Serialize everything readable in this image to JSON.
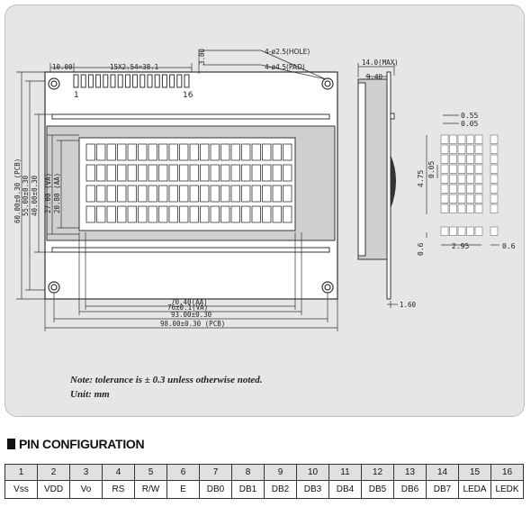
{
  "drawing": {
    "top_dims": {
      "ten": "10.00",
      "pitch": "15X2.54=38.1",
      "three": "3.00"
    },
    "holes": {
      "hole": "4-ø2.5(HOLE)",
      "pad": "4-ø4.5(PAD)"
    },
    "pin_marks": {
      "first": "1",
      "last": "16"
    },
    "vertical_dims": [
      "60.00±0.30 (PCB)",
      "55.00±0.30",
      "40.00±0.30",
      "27.00 (VA)",
      "20.80 (AA)"
    ],
    "bottom_dims": [
      "70.40(AA)",
      "76±0.1(VA)",
      "93.00±0.30",
      "98.00±0.30 (PCB)"
    ],
    "side_dims": {
      "max": "14.0(MAX)",
      "depth": "9.40",
      "bottom": "1.60"
    },
    "dot_dims": {
      "a": "0.55",
      "b": "0.05",
      "c": "4.75",
      "d": "0.05",
      "e": "0.6",
      "f": "2.95",
      "g": "0.6"
    }
  },
  "notes": {
    "line1": "Note: tolerance is ± 0.3 unless otherwise noted.",
    "line2": "Unit: mm"
  },
  "pin_config": {
    "title": "PIN CONFIGURATION",
    "numbers": [
      "1",
      "2",
      "3",
      "4",
      "5",
      "6",
      "7",
      "8",
      "9",
      "10",
      "11",
      "12",
      "13",
      "14",
      "15",
      "16"
    ],
    "names": [
      "Vss",
      "VDD",
      "Vo",
      "RS",
      "R/W",
      "E",
      "DB0",
      "DB1",
      "DB2",
      "DB3",
      "DB4",
      "DB5",
      "DB6",
      "DB7",
      "LEDA",
      "LEDK"
    ]
  }
}
